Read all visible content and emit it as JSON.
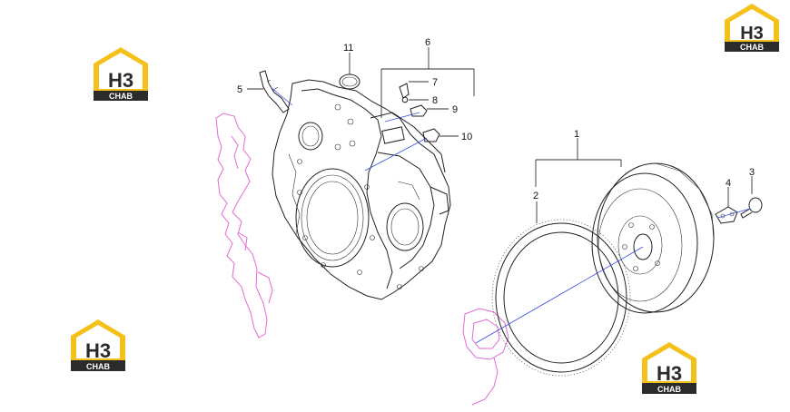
{
  "callouts": [
    "1",
    "2",
    "3",
    "4",
    "5",
    "6",
    "7",
    "8",
    "9",
    "10",
    "11"
  ],
  "logo": {
    "main": "H3",
    "sub": "CHAB"
  },
  "colors": {
    "logo_yellow": "#f4c11a",
    "logo_dark": "#2b2b2b",
    "ghost_part": "#e36ad8",
    "axis_line": "#3a4fe0",
    "line_art": "#222222"
  }
}
